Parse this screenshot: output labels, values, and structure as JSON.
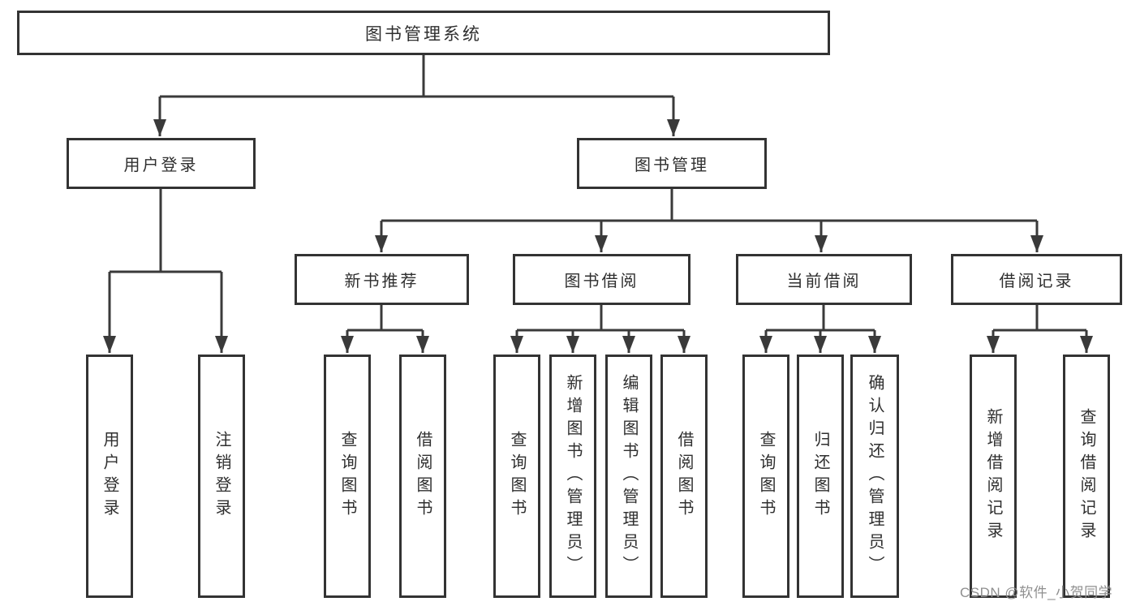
{
  "diagram": {
    "title": "图书管理系统",
    "type": "functional-structure-tree",
    "colors": {
      "line": "#3a3a3a",
      "box_border": "#333333",
      "box_fill": "#ffffff",
      "text": "#2f2f2f",
      "watermark": "#8f8f8f",
      "background": "#ffffff"
    },
    "nodes": {
      "root": {
        "label": "图书管理系统"
      },
      "user_login": {
        "label": "用户登录"
      },
      "book_management": {
        "label": "图书管理"
      },
      "new_book_recommend": {
        "label": "新书推荐"
      },
      "book_borrow": {
        "label": "图书借阅"
      },
      "current_borrow": {
        "label": "当前借阅"
      },
      "borrow_records": {
        "label": "借阅记录"
      },
      "leaf_user_login": {
        "label": "用户登录"
      },
      "leaf_logout": {
        "label": "注销登录"
      },
      "leaf_query_book_1": {
        "label": "查询图书"
      },
      "leaf_borrow_book_1": {
        "label": "借阅图书"
      },
      "leaf_query_book_2": {
        "label": "查询图书"
      },
      "leaf_add_book": {
        "label": "新增图书（管理员）"
      },
      "leaf_edit_book": {
        "label": "编辑图书（管理员）"
      },
      "leaf_borrow_book_2": {
        "label": "借阅图书"
      },
      "leaf_query_book_3": {
        "label": "查询图书"
      },
      "leaf_return_book": {
        "label": "归还图书"
      },
      "leaf_confirm_return": {
        "label": "确认归还（管理员）"
      },
      "leaf_add_borrow_record": {
        "label": "新增借阅记录"
      },
      "leaf_query_borrow_record": {
        "label": "查询借阅记录"
      }
    },
    "hierarchy": {
      "root": [
        "user_login",
        "book_management"
      ],
      "user_login": [
        "leaf_user_login",
        "leaf_logout"
      ],
      "book_management": [
        "new_book_recommend",
        "book_borrow",
        "current_borrow",
        "borrow_records"
      ],
      "new_book_recommend": [
        "leaf_query_book_1",
        "leaf_borrow_book_1"
      ],
      "book_borrow": [
        "leaf_query_book_2",
        "leaf_add_book",
        "leaf_edit_book",
        "leaf_borrow_book_2"
      ],
      "current_borrow": [
        "leaf_query_book_3",
        "leaf_return_book",
        "leaf_confirm_return"
      ],
      "borrow_records": [
        "leaf_add_borrow_record",
        "leaf_query_borrow_record"
      ]
    },
    "watermark": "CSDN @软件_小贺同学"
  }
}
